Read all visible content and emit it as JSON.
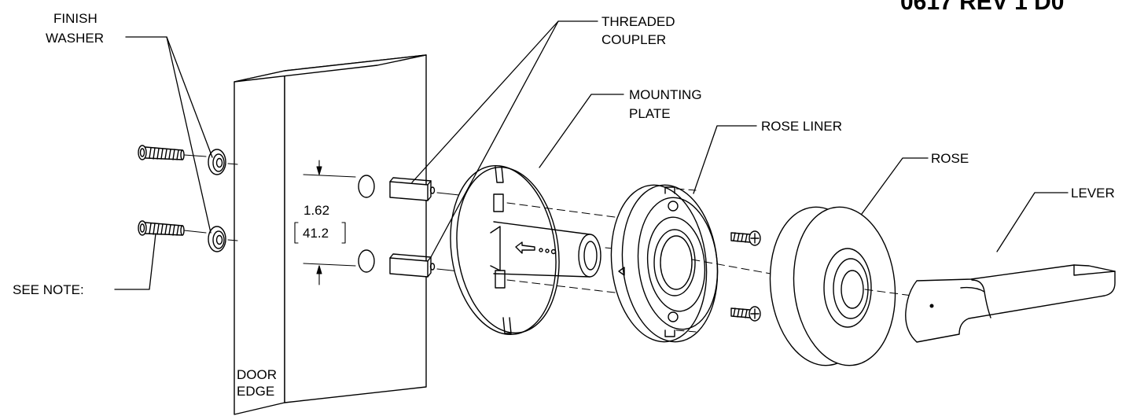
{
  "drawing_title": "0617 REV 1 D0",
  "labels": {
    "finish_washer_line1": "FINISH",
    "finish_washer_line2": "WASHER",
    "threaded_coupler_line1": "THREADED",
    "threaded_coupler_line2": "COUPLER",
    "mounting_plate_line1": "MOUNTING",
    "mounting_plate_line2": "PLATE",
    "rose_liner": "ROSE LINER",
    "rose": "ROSE",
    "lever": "LEVER",
    "see_note": "SEE NOTE:",
    "door_edge_line1": "DOOR",
    "door_edge_line2": "EDGE"
  },
  "dimension": {
    "inches": "1.62",
    "millimeters": "41.2"
  },
  "colors": {
    "line": "#000000",
    "background": "#ffffff"
  }
}
